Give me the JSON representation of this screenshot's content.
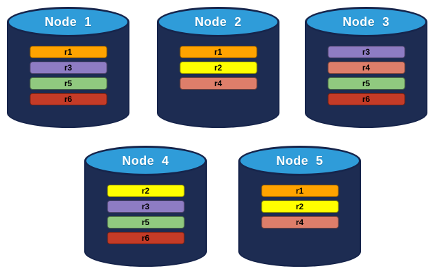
{
  "colors": {
    "cylinder_body": "#1D2C52",
    "cylinder_outline": "#16254C",
    "cylinder_top_fill": "#2F9CD9",
    "title_text": "#FFFFFF",
    "replica_label_text": "#000000",
    "r1": "#FFA300",
    "r2": "#FFFF00",
    "r3": "#8E7CC3",
    "r4": "#DE7E6A",
    "r5": "#90C97F",
    "r6": "#C43B27"
  },
  "nodes": [
    {
      "title": "Node  1",
      "replicas": [
        {
          "label": "r1",
          "color": "#FFA300"
        },
        {
          "label": "r3",
          "color": "#8E7CC3"
        },
        {
          "label": "r5",
          "color": "#90C97F"
        },
        {
          "label": "r6",
          "color": "#C43B27"
        }
      ]
    },
    {
      "title": "Node  2",
      "replicas": [
        {
          "label": "r1",
          "color": "#FFA300"
        },
        {
          "label": "r2",
          "color": "#FFFF00"
        },
        {
          "label": "r4",
          "color": "#DE7E6A"
        }
      ]
    },
    {
      "title": "Node  3",
      "replicas": [
        {
          "label": "r3",
          "color": "#8E7CC3"
        },
        {
          "label": "r4",
          "color": "#DE7E6A"
        },
        {
          "label": "r5",
          "color": "#90C97F"
        },
        {
          "label": "r6",
          "color": "#C43B27"
        }
      ]
    },
    {
      "title": "Node  4",
      "replicas": [
        {
          "label": "r2",
          "color": "#FFFF00"
        },
        {
          "label": "r3",
          "color": "#8E7CC3"
        },
        {
          "label": "r5",
          "color": "#90C97F"
        },
        {
          "label": "r6",
          "color": "#C43B27"
        }
      ]
    },
    {
      "title": "Node  5",
      "replicas": [
        {
          "label": "r1",
          "color": "#FFA300"
        },
        {
          "label": "r2",
          "color": "#FFFF00"
        },
        {
          "label": "r4",
          "color": "#DE7E6A"
        }
      ]
    }
  ]
}
